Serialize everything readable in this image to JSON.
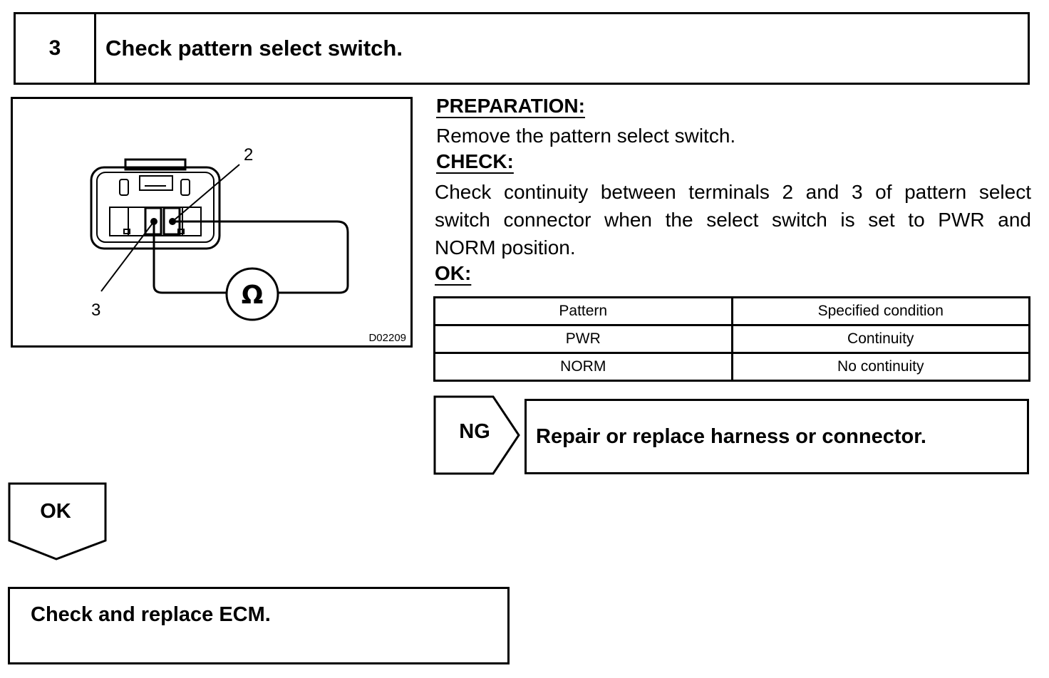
{
  "step": {
    "number": "3",
    "title": "Check pattern select switch."
  },
  "diagram": {
    "terminal_label_a": "2",
    "terminal_label_b": "3",
    "ohmmeter_symbol": "Ω",
    "figure_code": "D02209"
  },
  "preparation": {
    "heading": "PREPARATION:",
    "text": "Remove the pattern select switch."
  },
  "check": {
    "heading": "CHECK:",
    "line1": "Check continuity between terminals 2 and 3 of pattern select",
    "line2": "switch connector when the select switch is set to PWR and",
    "line3": "NORM position."
  },
  "ok_spec": {
    "heading": "OK:",
    "columns": [
      "Pattern",
      "Specified condition"
    ],
    "rows": [
      [
        "PWR",
        "Continuity"
      ],
      [
        "NORM",
        "No continuity"
      ]
    ]
  },
  "ng_flow": {
    "label": "NG",
    "action": "Repair or replace harness or connector."
  },
  "ok_flow": {
    "label": "OK",
    "action": "Check and replace ECM."
  }
}
